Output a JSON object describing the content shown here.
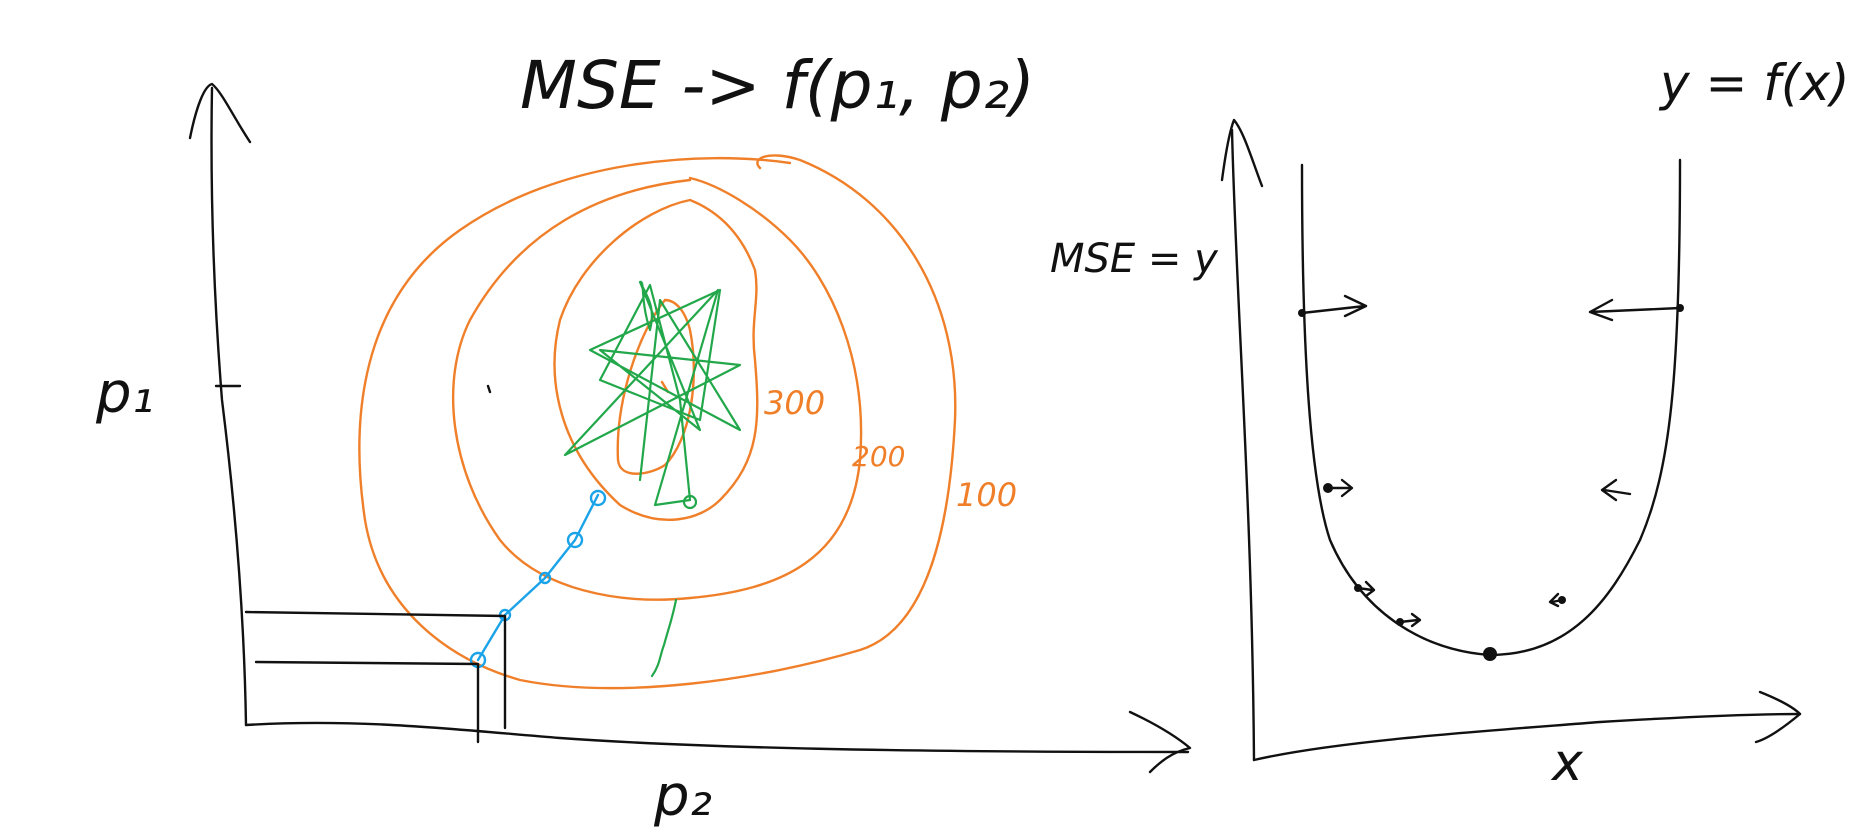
{
  "colors": {
    "ink": "#111111",
    "contours": "#f07f2a",
    "random_search": "#22a84a",
    "gradient_path": "#1aa3e8",
    "background": "#ffffff"
  },
  "left_diagram": {
    "title": "MSE -> f(p₁, p₂)",
    "y_axis_label": "p₁",
    "x_axis_label": "p₂",
    "contour_labels": [
      "300",
      "200",
      "100"
    ]
  },
  "right_diagram": {
    "title": "y = f(x)",
    "y_axis_label": "MSE = y",
    "x_axis_label": "x"
  }
}
